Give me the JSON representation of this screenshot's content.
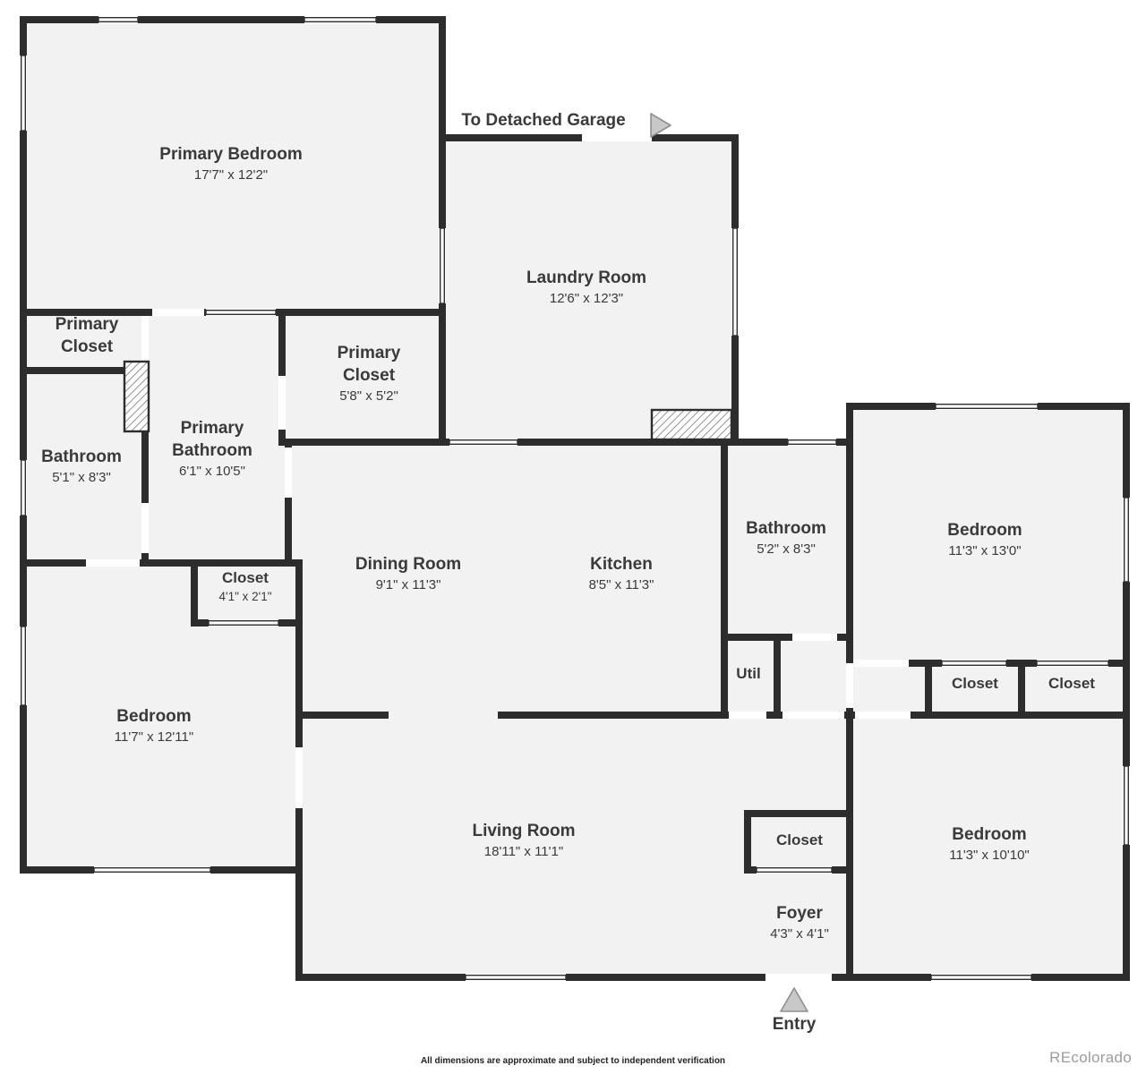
{
  "annotations": {
    "garage": "To Detached Garage",
    "entry": "Entry",
    "disclaimer": "All dimensions are approximate and subject to independent verification",
    "watermark": "REcolorado"
  },
  "rooms": [
    {
      "name": "Primary Bedroom",
      "dims": "17'7\" x 12'2\""
    },
    {
      "name": "Laundry Room",
      "dims": "12'6\" x 12'3\""
    },
    {
      "name": "Primary Closet",
      "dims": ""
    },
    {
      "name": "Bathroom",
      "dims": "5'1\" x 8'3\""
    },
    {
      "name": "Primary Bathroom",
      "dims": "6'1\" x 10'5\""
    },
    {
      "name": "Primary Closet",
      "dims": "5'8\" x 5'2\""
    },
    {
      "name": "Dining Room",
      "dims": "9'1\" x 11'3\""
    },
    {
      "name": "Kitchen",
      "dims": "8'5\" x 11'3\""
    },
    {
      "name": "Bathroom",
      "dims": "5'2\" x 8'3\""
    },
    {
      "name": "Bedroom",
      "dims": "11'3\" x 13'0\""
    },
    {
      "name": "Closet",
      "dims": "4'1\" x 2'1\""
    },
    {
      "name": "Bedroom",
      "dims": "11'7\" x 12'11\""
    },
    {
      "name": "Util",
      "dims": ""
    },
    {
      "name": "Closet",
      "dims": ""
    },
    {
      "name": "Closet",
      "dims": ""
    },
    {
      "name": "Living Room",
      "dims": "18'11\" x 11'1\""
    },
    {
      "name": "Closet",
      "dims": ""
    },
    {
      "name": "Bedroom",
      "dims": "11'3\" x 10'10\""
    },
    {
      "name": "Foyer",
      "dims": "4'3\" x 4'1\""
    }
  ],
  "colors": {
    "wall": "#2d2d2d",
    "floor": "#f2f2f2",
    "text": "#3a3a3a",
    "hatch": "#6a6a6a",
    "arrow_fill": "#c8c8c8",
    "arrow_stroke": "#8f8f8f",
    "watermark": "#9c9c9c"
  }
}
